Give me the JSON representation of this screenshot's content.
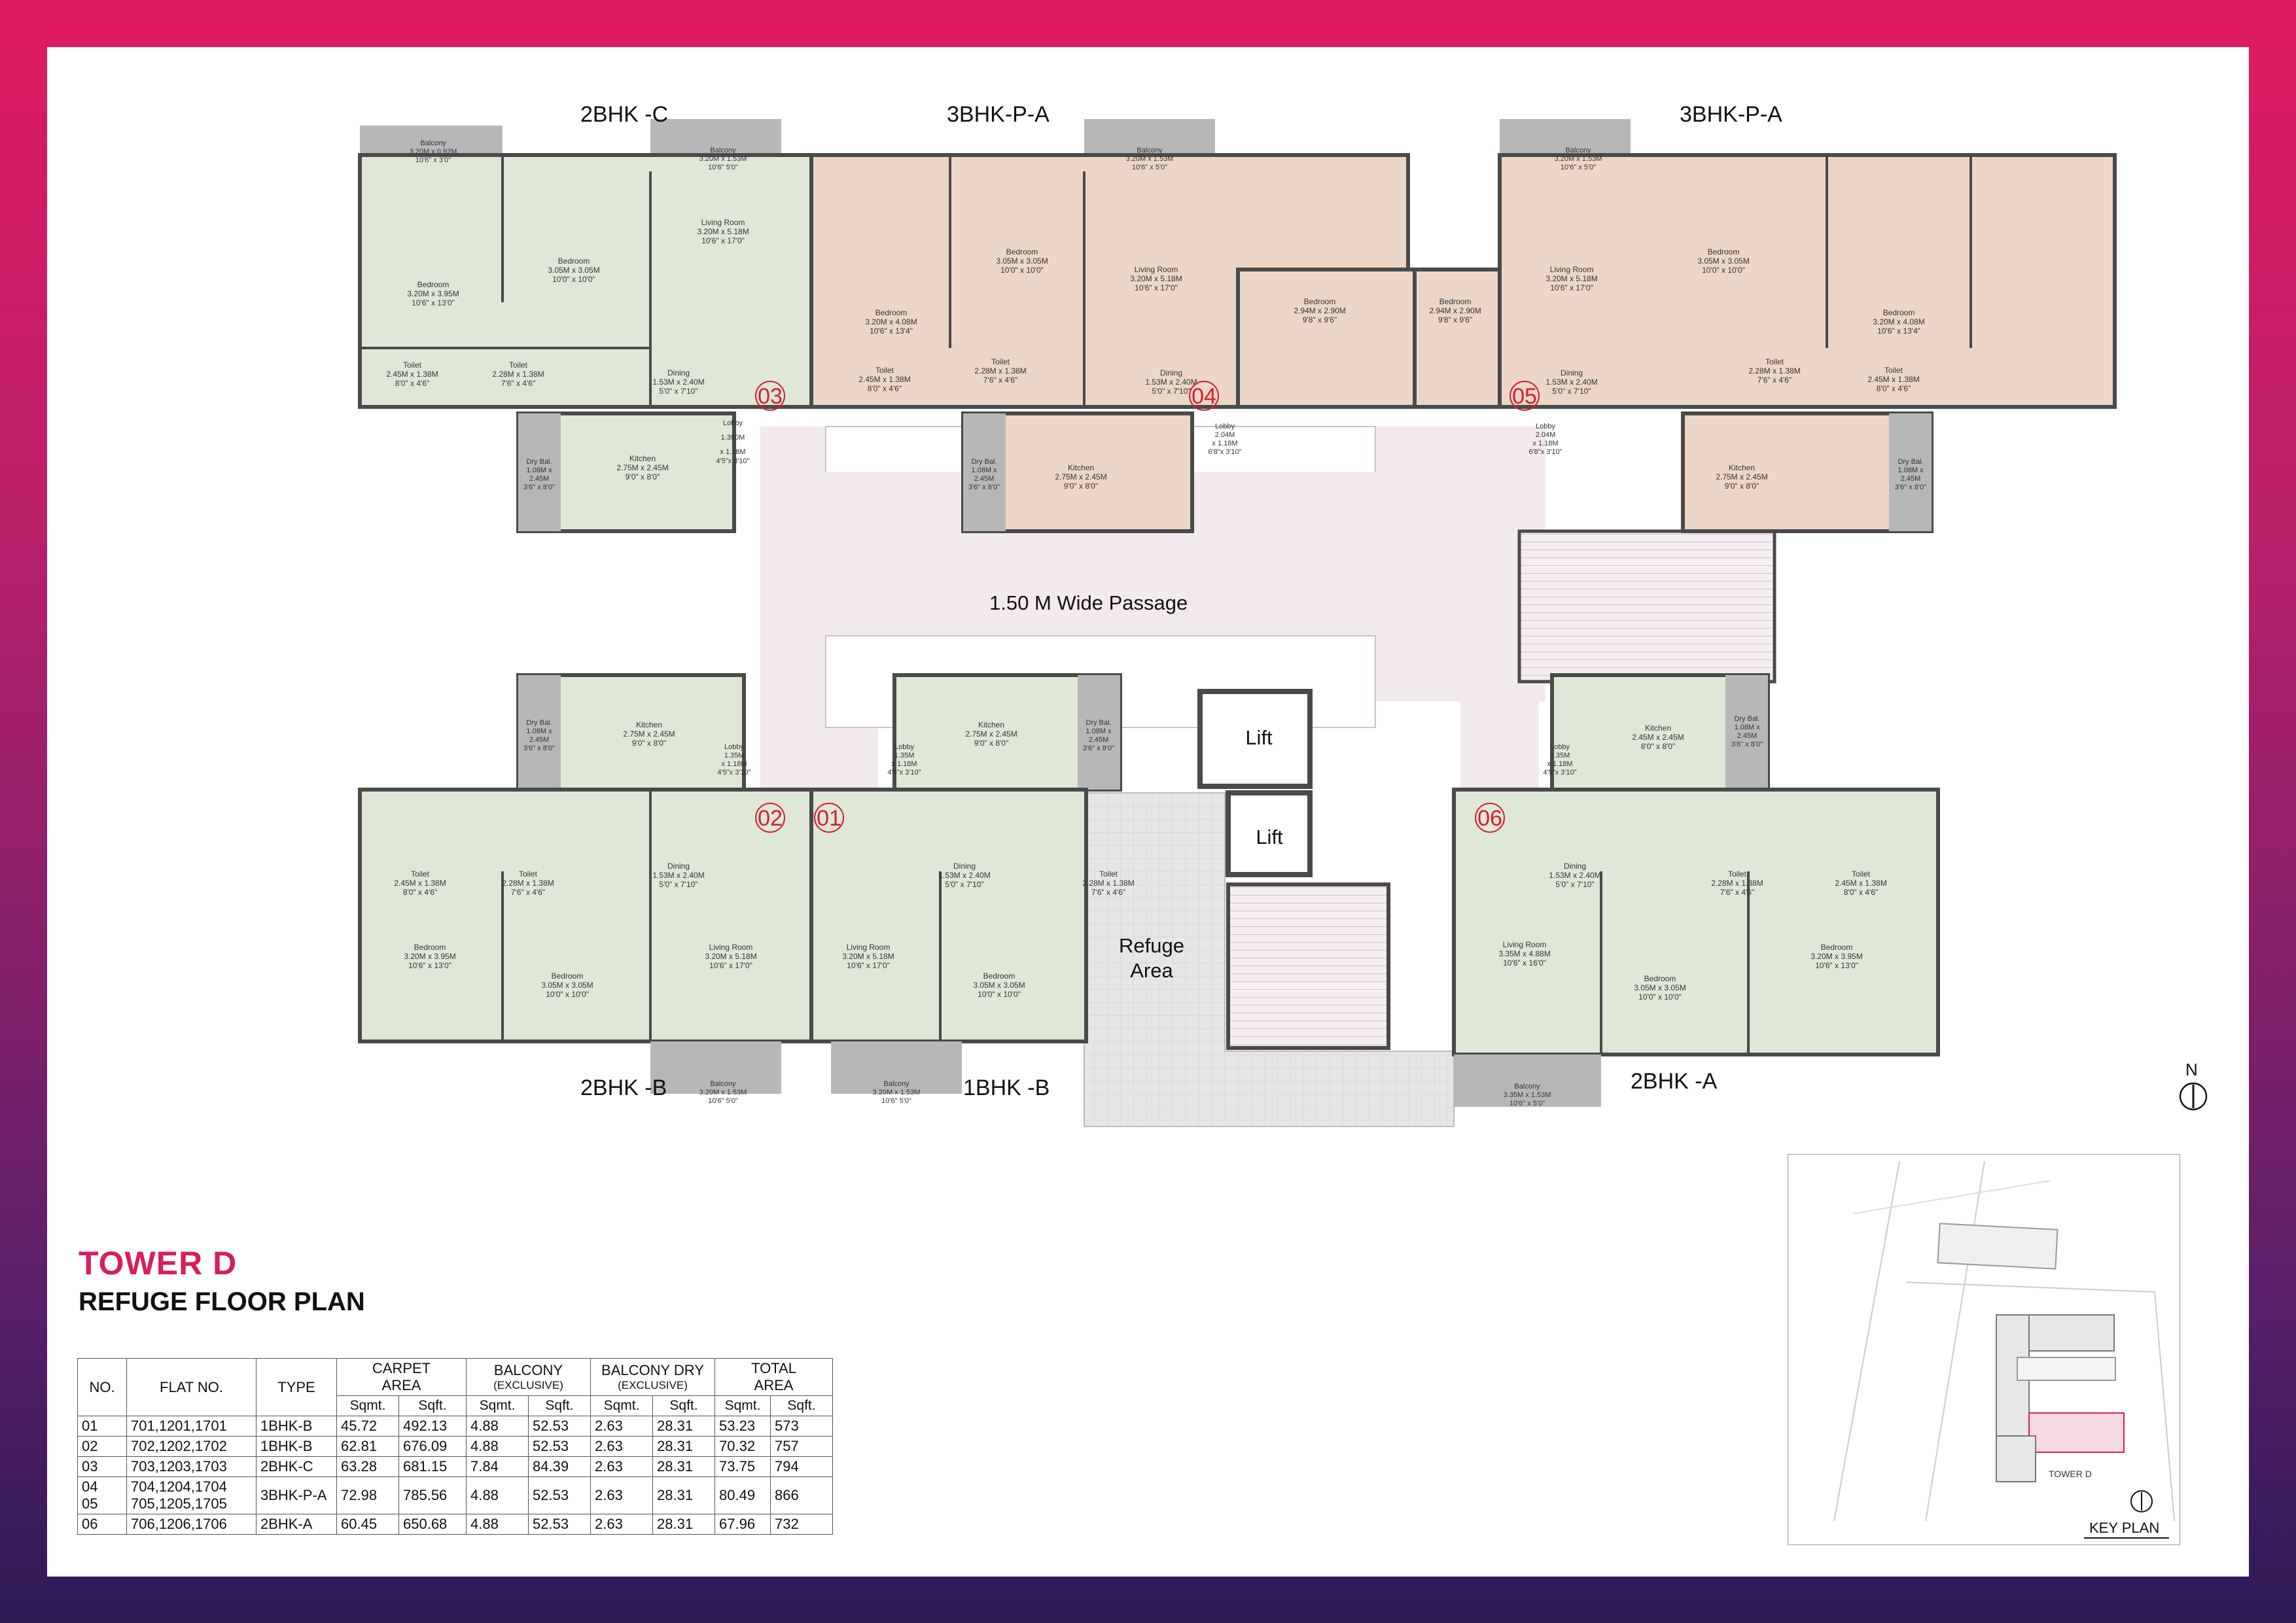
{
  "plan": {
    "unit_labels": {
      "c2": "2BHK -C",
      "p3a_left": "3BHK-P-A",
      "p3a_right": "3BHK-P-A",
      "b2": "2BHK -B",
      "b1": "1BHK -B",
      "a2": "2BHK -A"
    },
    "passage": "1.50 M Wide Passage",
    "lift": "Lift",
    "refuge_1": "Refuge",
    "refuge_2": "Area",
    "flat_numbers": [
      "03",
      "04",
      "05",
      "02",
      "01",
      "06"
    ],
    "rooms": {
      "balcony": "Balcony",
      "bedroom": "Bedroom",
      "living": "Living Room",
      "dining": "Dining",
      "kitchen": "Kitchen",
      "toilet": "Toilet",
      "lobby": "Lobby",
      "drybal": "Dry Bal."
    },
    "dims": {
      "c2_balcony": "3.20M x 0.92M",
      "c2_balcony_ft": "10'6\" x 3'0\"",
      "c2_bed1": "3.20M x 3.95M",
      "c2_bed1_ft": "10'6\" x 13'0\"",
      "c2_bed2": "3.05M x 3.05M",
      "c2_bed2_ft": "10'0\" x 10'0\"",
      "c2_living_balcony": "3.20M x 1.53M",
      "c2_living_balcony_ft": "10'6\" 5'0\"",
      "c2_living": "3.20M x 5.18M",
      "c2_living_ft": "10'6\" x 17'0\"",
      "c2_toilet1": "2.45M x 1.38M",
      "c2_toilet1_ft": "8'0\" x 4'6\"",
      "c2_toilet2": "2.28M x 1.38M",
      "c2_toilet2_ft": "7'6\" x 4'6\"",
      "c2_dining": "1.53M x 2.40M",
      "c2_dining_ft": "5'0\" x 7'10\"",
      "c2_lobby": "1.390M",
      "c2_lobby_2": "x 1.18M",
      "c2_lobby_ft": "4'5\"x 3'10\"",
      "c2_drybal": "1.08M x",
      "c2_drybal_2": "2.45M",
      "c2_drybal_ft": "3'6\" x 8'0\"",
      "c2_kitchen": "2.75M x 2.45M",
      "c2_kitchen_ft": "9'0\" x 8'0\"",
      "p_bed_a": "3.20M x 4.08M",
      "p_bed_a_ft": "10'6\" x 13'4\"",
      "p_bed_b": "3.05M x 3.05M",
      "p_bed_b_ft": "10'0\" x 10'0\"",
      "p_bal": "3.20M x 1.53M",
      "p_bal_ft": "10'6\" x 5'0\"",
      "p_living": "3.20M x 5.18M",
      "p_living_ft": "10'6\" x 17'0\"",
      "p_bed_c": "2.94M x 2.90M",
      "p_bed_c_ft": "9'8\" x 9'6\"",
      "p_toilet1": "2.45M x 1.38M",
      "p_toilet1_ft": "8'0\" x 4'6\"",
      "p_toilet2": "2.28M x 1.38M",
      "p_toilet2_ft": "7'6\" x 4'6\"",
      "p_dining": "1.53M x 2.40M",
      "p_dining_ft": "5'0\" x 7'10\"",
      "p_lobby": "2.04M",
      "p_lobby_2": "x 1.18M",
      "p_lobby_ft": "6'8\"x 3'10\"",
      "p_drybal": "1.08M x",
      "p_drybal_2": "2.45M",
      "p_drybal_ft": "3'6\" x 8'0\"",
      "p_kitchen": "2.75M x 2.45M",
      "p_kitchen_ft": "9'0\" x 8'0\"",
      "b_lobby": "1.35M",
      "b_lobby_2": "x 1.18M",
      "b_lobby_ft": "4'5\"x 3'10\"",
      "a_living": "3.35M x 4.88M",
      "a_living_ft": "10'6\" x 16'0\"",
      "a_bal": "3.35M x 1.53M",
      "a_bal_ft": "10'6\" x 5'0\"",
      "a_bed1": "3.20M x 3.95M",
      "a_bed1_ft": "10'6\" x 13'0\"",
      "a_kitchen": "2.45M x 2.45M",
      "a_kitchen_ft": "8'0\" x 8'0\""
    }
  },
  "title": {
    "tower": "TOWER D",
    "plan": "REFUGE FLOOR PLAN"
  },
  "table": {
    "headers": {
      "no": "NO.",
      "flat": "FLAT NO.",
      "type": "TYPE",
      "carpet_1": "CARPET",
      "carpet_2": "AREA",
      "balcony_1": "BALCONY",
      "balcony_2": "(EXCLUSIVE)",
      "dry_1": "BALCONY DRY",
      "dry_2": "(EXCLUSIVE)",
      "total_1": "TOTAL",
      "total_2": "AREA",
      "sqmt": "Sqmt.",
      "sqft": "Sqft."
    },
    "rows": [
      {
        "no": "01",
        "flat": "701,1201,1701",
        "type": "1BHK-B",
        "c_m": "45.72",
        "c_f": "492.13",
        "b_m": "4.88",
        "b_f": "52.53",
        "d_m": "2.63",
        "d_f": "28.31",
        "t_m": "53.23",
        "t_f": "573"
      },
      {
        "no": "02",
        "flat": "702,1202,1702",
        "type": "1BHK-B",
        "c_m": "62.81",
        "c_f": "676.09",
        "b_m": "4.88",
        "b_f": "52.53",
        "d_m": "2.63",
        "d_f": "28.31",
        "t_m": "70.32",
        "t_f": "757"
      },
      {
        "no": "03",
        "flat": "703,1203,1703",
        "type": "2BHK-C",
        "c_m": "63.28",
        "c_f": "681.15",
        "b_m": "7.84",
        "b_f": "84.39",
        "d_m": "2.63",
        "d_f": "28.31",
        "t_m": "73.75",
        "t_f": "794"
      },
      {
        "no": "04",
        "no_2": "05",
        "flat": "704,1204,1704",
        "flat_2": "705,1205,1705",
        "type": "3BHK-P-A",
        "c_m": "72.98",
        "c_f": "785.56",
        "b_m": "4.88",
        "b_f": "52.53",
        "d_m": "2.63",
        "d_f": "28.31",
        "t_m": "80.49",
        "t_f": "866"
      },
      {
        "no": "06",
        "flat": "706,1206,1706",
        "type": "2BHK-A",
        "c_m": "60.45",
        "c_f": "650.68",
        "b_m": "4.88",
        "b_f": "52.53",
        "d_m": "2.63",
        "d_f": "28.31",
        "t_m": "67.96",
        "t_f": "732"
      }
    ]
  },
  "key_plan": {
    "label": "KEY PLAN",
    "tower": "TOWER D",
    "north": "N"
  },
  "colors": {
    "green_room": "#dfe8d6",
    "peach_room": "#ecd7c6",
    "corridor": "#f3eaee",
    "balcony_grey": "#b7b7b7",
    "wall": "#4a4a4a",
    "accent": "#d81e5b",
    "flat_number_red": "#d2202f"
  }
}
